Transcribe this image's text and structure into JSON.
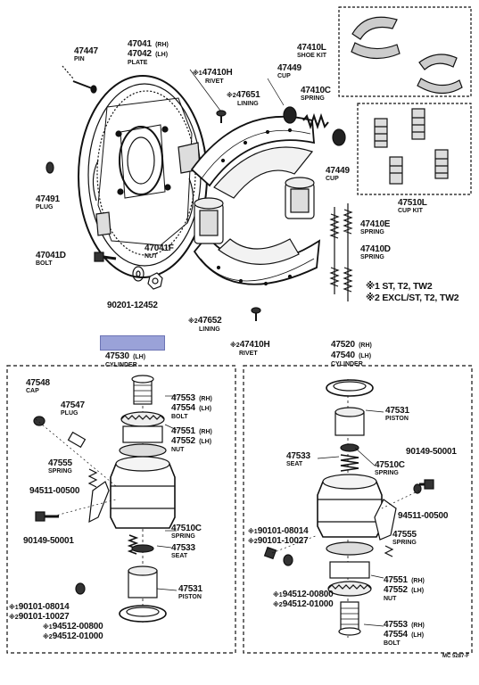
{
  "labels": [
    {
      "id": "l47447",
      "pn": "47447",
      "sub": "PIN"
    },
    {
      "id": "l47041",
      "pn": "47041",
      "sfx": "(RH)"
    },
    {
      "id": "l47042",
      "pn": "47042",
      "sfx": "(LH)",
      "sub": "PLATE"
    },
    {
      "id": "l47410l",
      "pn": "47410L",
      "sub": "SHOE KIT"
    },
    {
      "id": "l47410h1",
      "pn": "47410H",
      "mk": "※1",
      "sub": "RIVET"
    },
    {
      "id": "l47449a",
      "pn": "47449",
      "sub": "CUP"
    },
    {
      "id": "l47410c1",
      "pn": "47410C",
      "sub": "SPRING"
    },
    {
      "id": "l47651",
      "pn": "47651",
      "mk": "※2",
      "sub": "LINING"
    },
    {
      "id": "l47449b",
      "pn": "47449",
      "sub": "CUP"
    },
    {
      "id": "l47491",
      "pn": "47491",
      "sub": "PLUG"
    },
    {
      "id": "l47510l",
      "pn": "47510L",
      "sub": "CUP KIT"
    },
    {
      "id": "l47410e",
      "pn": "47410E",
      "sub": "SPRING"
    },
    {
      "id": "l47410d",
      "pn": "47410D",
      "sub": "SPRING"
    },
    {
      "id": "l47041d",
      "pn": "47041D",
      "sub": "BOLT"
    },
    {
      "id": "l47041f",
      "pn": "47041F",
      "sub": "NUT"
    },
    {
      "id": "l90201",
      "pn": "90201-12452"
    },
    {
      "id": "l47652",
      "pn": "47652",
      "mk": "※2",
      "sub": "LINING"
    },
    {
      "id": "l47410h2",
      "pn": "47410H",
      "mk": "※2",
      "sub": "RIVET"
    },
    {
      "id": "l47530",
      "pn": "47530",
      "sfx": "(LH)",
      "sub": "CYLINDER"
    },
    {
      "id": "l47520",
      "pn": "47520",
      "sfx": "(RH)"
    },
    {
      "id": "l47540",
      "pn": "47540",
      "sfx": "(LH)",
      "sub": "CYLINDER"
    },
    {
      "id": "l47548",
      "pn": "47548",
      "sub": "CAP"
    },
    {
      "id": "l47547",
      "pn": "47547",
      "sub": "PLUG"
    },
    {
      "id": "l47553a",
      "pn": "47553",
      "sfx": "(RH)"
    },
    {
      "id": "l47554a",
      "pn": "47554",
      "sfx": "(LH)",
      "sub": "BOLT"
    },
    {
      "id": "l47551a",
      "pn": "47551",
      "sfx": "(RH)"
    },
    {
      "id": "l47552a",
      "pn": "47552",
      "sfx": "(LH)",
      "sub": "NUT"
    },
    {
      "id": "l47555a",
      "pn": "47555",
      "sub": "SPRING"
    },
    {
      "id": "l94511a",
      "pn": "94511-00500"
    },
    {
      "id": "l90149a",
      "pn": "90149-50001"
    },
    {
      "id": "l47510c2",
      "pn": "47510C",
      "sub": "SPRING"
    },
    {
      "id": "l47533a",
      "pn": "47533",
      "sub": "SEAT"
    },
    {
      "id": "l47531a",
      "pn": "47531",
      "sub": "PISTON"
    },
    {
      "id": "l190101a",
      "pn": "90101-08014",
      "mk": "※1"
    },
    {
      "id": "l290101a",
      "pn": "90101-10027",
      "mk": "※2"
    },
    {
      "id": "l194512a",
      "pn": "94512-00800",
      "mk": "※1"
    },
    {
      "id": "l294512a",
      "pn": "94512-01000",
      "mk": "※2"
    },
    {
      "id": "l47531b",
      "pn": "47531",
      "sub": "PISTON"
    },
    {
      "id": "l47533b",
      "pn": "47533",
      "sub": "SEAT"
    },
    {
      "id": "l47510c3",
      "pn": "47510C",
      "sub": "SPRING"
    },
    {
      "id": "l90149b",
      "pn": "90149-50001"
    },
    {
      "id": "l94511b",
      "pn": "94511-00500"
    },
    {
      "id": "l190101b",
      "pn": "90101-08014",
      "mk": "※1"
    },
    {
      "id": "l290101b",
      "pn": "90101-10027",
      "mk": "※2"
    },
    {
      "id": "l47555b",
      "pn": "47555",
      "sub": "SPRING"
    },
    {
      "id": "l194512b",
      "pn": "94512-00800",
      "mk": "※1"
    },
    {
      "id": "l294512b",
      "pn": "94512-01000",
      "mk": "※2"
    },
    {
      "id": "l47551b",
      "pn": "47551",
      "sfx": "(RH)"
    },
    {
      "id": "l47552b",
      "pn": "47552",
      "sfx": "(LH)",
      "sub": "NUT"
    },
    {
      "id": "l47553b",
      "pn": "47553",
      "sfx": "(RH)"
    },
    {
      "id": "l47554b",
      "pn": "47554",
      "sfx": "(LH)",
      "sub": "BOLT"
    }
  ],
  "notes": {
    "note1": "※1 ST, T2, TW2",
    "note2": "※2 EXCL/ST, T2, TW2"
  },
  "footer": {
    "code": "MC 5287-F"
  }
}
